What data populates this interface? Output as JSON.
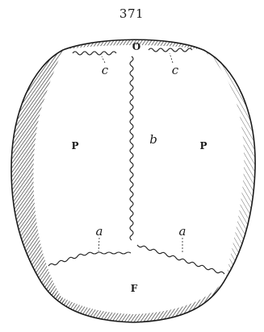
{
  "page_number": "371",
  "labels": {
    "occipital": "O",
    "frontal": "F",
    "parietal_left": "P",
    "parietal_right": "P",
    "sagittal_suture": "b",
    "coronal_left": "a",
    "coronal_right": "a",
    "lambdoid_left": "c",
    "lambdoid_right": "c"
  }
}
